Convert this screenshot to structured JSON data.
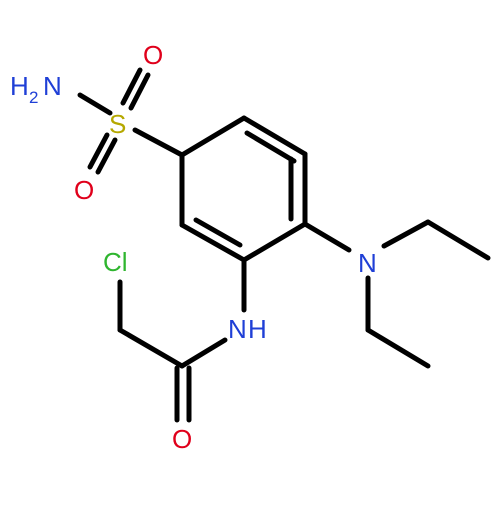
{
  "molecule": {
    "atom_labels": {
      "sulfonamide_nitrogen": "N",
      "sulfonamide_nitrogen_hydrogens": "H",
      "sulfonamide_nitrogen_h_count": "2",
      "sulfur": "S",
      "sulfonyl_oxygen_top": "O",
      "sulfonyl_oxygen_bottom": "O",
      "diethylamino_nitrogen": "N",
      "amide_nitrogen": "N",
      "amide_hydrogen": "H",
      "chlorine": "Cl",
      "carbonyl_oxygen": "O"
    },
    "colors": {
      "carbon_bond": "#000000",
      "nitrogen": "#1f3fd6",
      "oxygen": "#e0001b",
      "sulfur": "#b5a800",
      "chlorine": "#2fb52f"
    }
  }
}
